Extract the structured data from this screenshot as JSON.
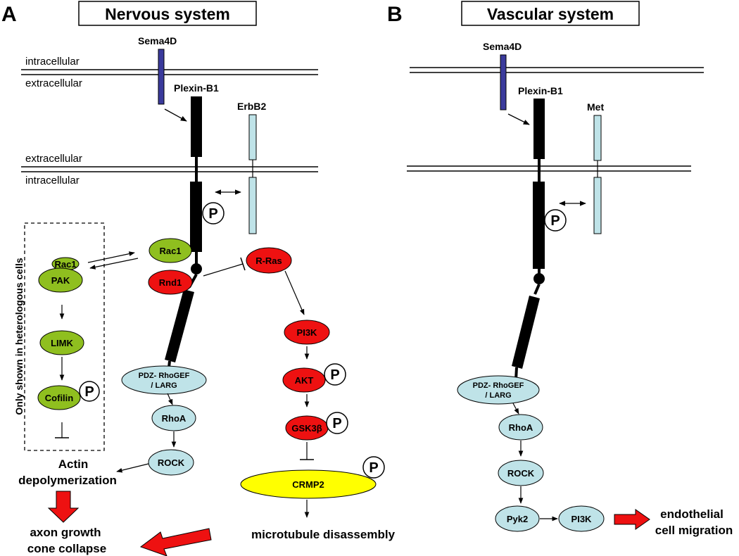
{
  "colors": {
    "green": "#8fbf1f",
    "red": "#ee1111",
    "lightblue": "#bfe3e8",
    "yellow": "#ffff00",
    "ligand": "#3a3a9c",
    "arrow_fill": "#ee1111"
  },
  "panel_a": {
    "letter": "A",
    "title": "Nervous system",
    "membrane_top_upper": "intracellular",
    "membrane_top_lower": "extracellular",
    "membrane_bottom_upper": "extracellular",
    "membrane_bottom_lower": "intracellular",
    "ligand": "Sema4D",
    "receptor": "Plexin-B1",
    "coreceptor": "ErbB2",
    "phospho": "P",
    "side_label": "Only shown in heterologous cells",
    "nodes": {
      "rac1": "Rac1",
      "rnd1": "Rnd1",
      "rras": "R-Ras",
      "rac1_inset": "Rac1",
      "pak": "PAK",
      "limk": "LIMK",
      "cofilin": "Cofilin",
      "pdz_line1": "PDZ- RhoGEF",
      "pdz_line2": "/ LARG",
      "rhoa": "RhoA",
      "rock": "ROCK",
      "pi3k": "PI3K",
      "akt": "AKT",
      "gsk3b": "GSK3β",
      "crmp2": "CRMP2"
    },
    "outcomes": {
      "actin_line1": "Actin",
      "actin_line2": "depolymerization",
      "axon_line1": "axon growth",
      "axon_line2": "cone collapse",
      "microtubule": "microtubule disassembly"
    }
  },
  "panel_b": {
    "letter": "B",
    "title": "Vascular system",
    "ligand": "Sema4D",
    "receptor": "Plexin-B1",
    "coreceptor": "Met",
    "phospho": "P",
    "nodes": {
      "pdz_line1": "PDZ- RhoGEF",
      "pdz_line2": "/ LARG",
      "rhoa": "RhoA",
      "rock": "ROCK",
      "pyk2": "Pyk2",
      "pi3k": "PI3K"
    },
    "outcomes": {
      "endo_line1": "endothelial",
      "endo_line2": "cell migration"
    }
  }
}
